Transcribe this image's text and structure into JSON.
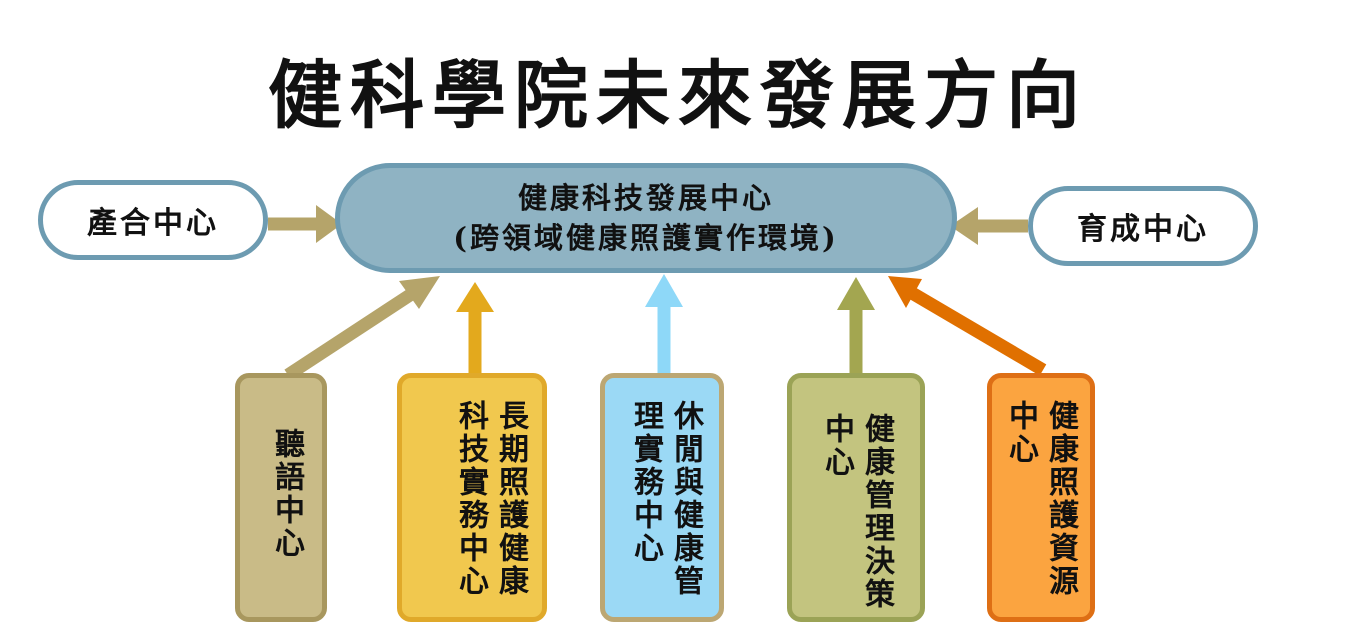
{
  "title": "健科學院未來發展方向",
  "center": {
    "line1": "健康科技發展中心",
    "line2": "(跨領域健康照護實作環境)"
  },
  "left_node": {
    "label": "產合中心"
  },
  "right_node": {
    "label": "育成中心"
  },
  "bottom_nodes": [
    {
      "label": "聽語中心",
      "fill": "#c9bb87",
      "arrow_color": "#b5a46a"
    },
    {
      "label": "長期照護健康科技實務中心",
      "fill": "#f1c84e",
      "arrow_color": "#e3a91d"
    },
    {
      "label": "休閒與健康管理實務中心",
      "fill": "#9bd9f5",
      "arrow_color": "#8ed8f8"
    },
    {
      "label": "健康管理決策中心",
      "fill": "#c3c47f",
      "arrow_color": "#a3a650"
    },
    {
      "label": "健康照護資源中心",
      "fill": "#fba440",
      "arrow_color": "#e07000"
    }
  ],
  "colors": {
    "center_fill": "#8fb3c3",
    "border_blue": "#6d9bb1",
    "side_arrow": "#b5a46a"
  }
}
